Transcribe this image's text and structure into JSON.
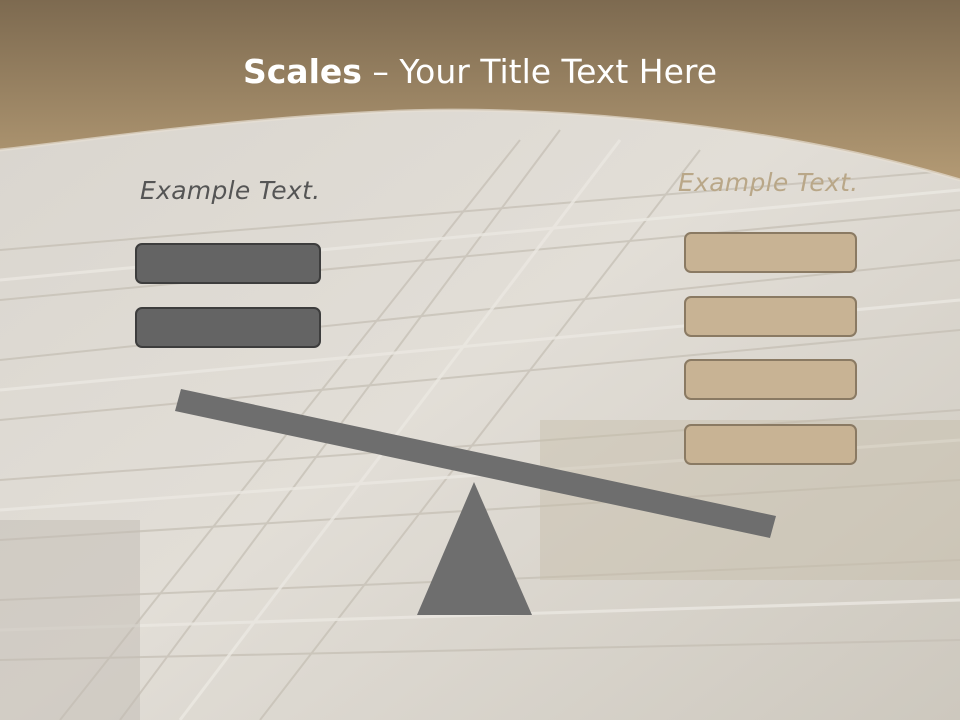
{
  "slide": {
    "title_bold": "Scales",
    "title_rest": " – Your Title Text Here",
    "left_label": "Example Text.",
    "right_label": "Example Text.",
    "colors": {
      "header": "#8a7556",
      "dark_box": "#646464",
      "tan_box": "#c8b394",
      "scale": "#6e6e6e"
    },
    "icons": [
      "seesaw-beam",
      "fulcrum-triangle"
    ]
  }
}
